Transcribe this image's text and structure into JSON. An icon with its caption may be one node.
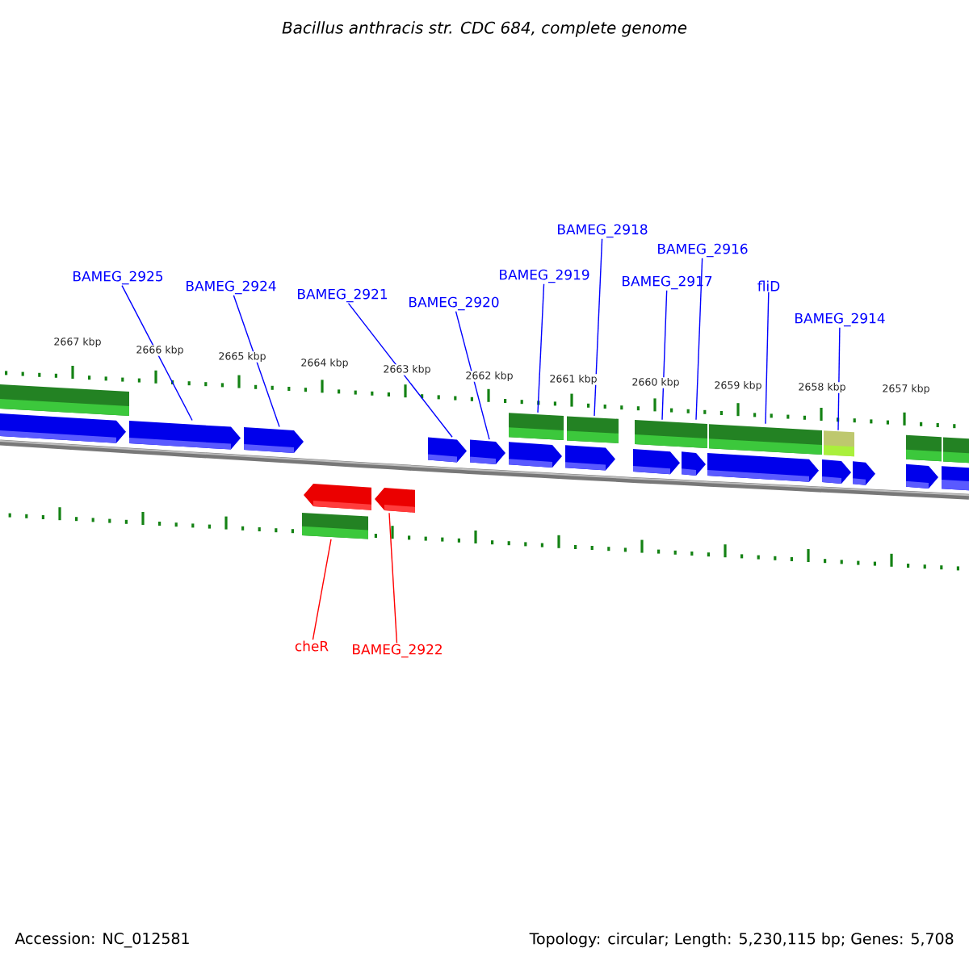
{
  "diagram": {
    "title": "Bacillus anthracis str. CDC 684, complete genome",
    "nodes": [
      {
        "text": [
          "BAMEG_2925"
        ]
      },
      {
        "text": [
          "BAMEG_2924"
        ]
      },
      {
        "text": [
          "BAMEG_2921"
        ]
      },
      {
        "text": [
          "BAMEG_2920"
        ]
      },
      {
        "text": [
          "BAMEG_2919"
        ]
      },
      {
        "text": [
          "BAMEG_2918"
        ]
      },
      {
        "text": [
          "BAMEG_2916"
        ]
      },
      {
        "text": [
          "BAMEG_2917"
        ]
      },
      {
        "text": [
          "fliD"
        ]
      },
      {
        "text": [
          "BAMEG_2914"
        ]
      },
      {
        "text": [
          "cheR"
        ]
      },
      {
        "text": [
          "BAMEG_2922"
        ]
      },
      {
        "text": [],
        "shape": "bar"
      },
      {
        "text": [],
        "shape": "pentagon"
      },
      {
        "text": [],
        "shape": "pentagon"
      },
      {
        "text": [],
        "shape": "pentagon"
      },
      {
        "text": [],
        "shape": "bar"
      },
      {
        "text": [],
        "shape": "pentagon"
      },
      {
        "text": [],
        "shape": "pentagon"
      },
      {
        "text": [],
        "shape": "pentagon"
      },
      {
        "text": [],
        "shape": "pentagon"
      },
      {
        "text": [],
        "shape": "bar"
      },
      {
        "text": [],
        "shape": "pentagon"
      },
      {
        "text": [],
        "shape": "bar"
      },
      {
        "text": [],
        "shape": "pentagon"
      },
      {
        "text": [],
        "shape": "pentagon"
      },
      {
        "text": [],
        "shape": "bar"
      },
      {
        "text": [],
        "shape": "pentagon"
      },
      {
        "text": [],
        "shape": "pentagon"
      },
      {
        "text": [],
        "shape": "bar"
      },
      {
        "text": [],
        "shape": "pentagon"
      },
      {
        "text": [],
        "shape": "bar"
      },
      {
        "text": [],
        "shape": "pentagon"
      },
      {
        "text": [],
        "shape": "bar"
      },
      {
        "text": [],
        "shape": "pentagon"
      },
      {
        "text": [],
        "shape": "bar"
      },
      {
        "text": [],
        "shape": "bar"
      }
    ],
    "edges": [
      {
        "from": 0,
        "to": 14,
        "arrow": "none"
      },
      {
        "from": 1,
        "to": 15,
        "arrow": "none"
      },
      {
        "from": 2,
        "to": 19,
        "arrow": "none"
      },
      {
        "from": 3,
        "to": 20,
        "arrow": "none"
      },
      {
        "from": 4,
        "to": 21,
        "arrow": "none"
      },
      {
        "from": 5,
        "to": 23,
        "arrow": "none"
      },
      {
        "from": 6,
        "to": 26,
        "arrow": "none"
      },
      {
        "from": 7,
        "to": 26,
        "arrow": "none"
      },
      {
        "from": 8,
        "to": 29,
        "arrow": "none"
      },
      {
        "from": 9,
        "to": 31,
        "arrow": "none"
      },
      {
        "from": 10,
        "to": 16,
        "arrow": "none",
        "color": "#ff0000"
      },
      {
        "from": 11,
        "to": 18,
        "arrow": "none",
        "color": "#ff0000"
      }
    ],
    "labels": [
      "2667 kbp",
      "2666 kbp",
      "2665 kbp",
      "2664 kbp",
      "2663 kbp",
      "2662 kbp",
      "2661 kbp",
      "2660 kbp",
      "2659 kbp",
      "2658 kbp",
      "2657 kbp",
      "Accession: NC_012581",
      "Topology: circular; Length: 5,230,115 bp; Genes: 5,708"
    ]
  }
}
